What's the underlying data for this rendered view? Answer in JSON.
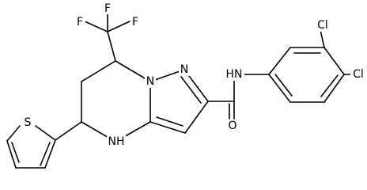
{
  "molecule": {
    "atom_labels": {
      "f_top": "F",
      "f_left": "F",
      "f_right": "F",
      "n1": "N",
      "n2": "N",
      "nh_ring": "NH",
      "nh_amide": "HN",
      "o": "O",
      "s": "S",
      "cl_top": "Cl",
      "cl_right": "Cl"
    }
  }
}
